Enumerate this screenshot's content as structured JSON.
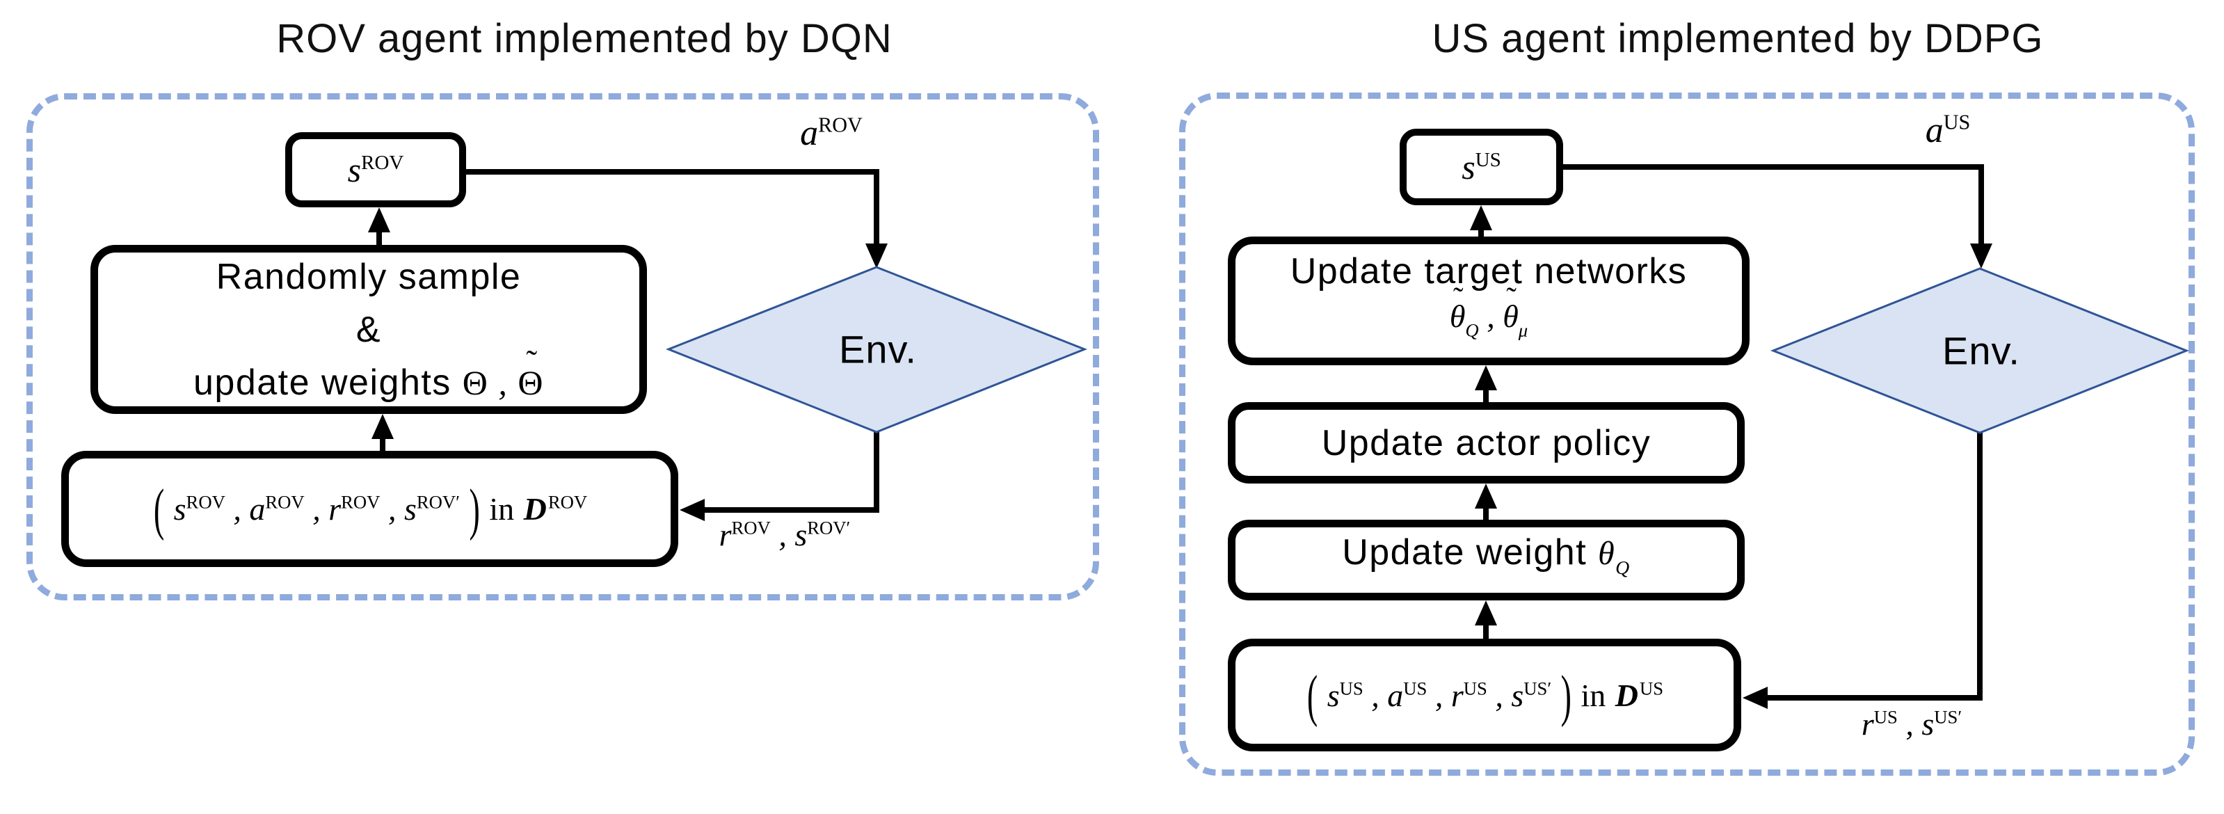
{
  "symbols": {
    "tilde": "˜"
  },
  "colors": {
    "background": "#ffffff",
    "dashed_border": "#8faadc",
    "diamond_fill": "#dae3f3",
    "diamond_stroke": "#2f5597",
    "box_border": "#000000",
    "connector": "#000000",
    "text": "#000000"
  },
  "left": {
    "title": "ROV agent implemented by DQN",
    "state_math": "s^{ROV}",
    "action_math": "a^{ROV}",
    "env_label": "Env.",
    "sample_box_line1": "Randomly sample",
    "sample_box_line2": "&",
    "sample_box_line3_prefix": "update weights ",
    "sample_box_line3_math": "!{Θ} , ~{!{Θ}}",
    "replay_math": "( s^{ROV} , a^{ROV} , r^{ROV} , s^{ROV′} ) !{in} #{D}^{ROV}",
    "feedback_math": "r^{ROV} , s^{ROV′}"
  },
  "right": {
    "title": "US agent implemented by DDPG",
    "state_math": "s^{US}",
    "action_math": "a^{US}",
    "env_label": "Env.",
    "target_box_line1": "Update target networks",
    "target_box_line2_math": "~{θ}_{Q} , ~{θ}_{μ}",
    "actor_box_label": "Update actor policy",
    "weight_box_prefix": "Update weight ",
    "weight_box_math": "θ_{Q}",
    "replay_math": "( s^{US} , a^{US} , r^{US} , s^{US′} ) !{in} #{D}^{US}",
    "feedback_math": "r^{US} , s^{US′}"
  }
}
